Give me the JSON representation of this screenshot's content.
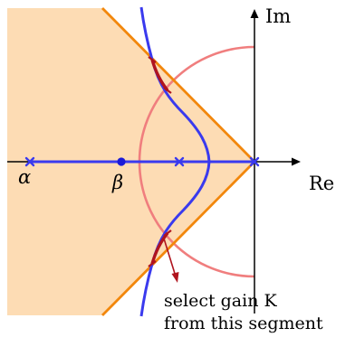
{
  "axes": {
    "real_label": "Re",
    "imag_label": "Im"
  },
  "points": {
    "alpha": "α",
    "beta": "β"
  },
  "annotation": {
    "line1": "select gain K",
    "line2": "from this segment"
  },
  "colors": {
    "region_fill": "#fddcb4",
    "constraint_lines": "#f2870c",
    "circle": "#f07e7e",
    "locus": "#3a3aee",
    "selected_segment": "#b0141e",
    "axes": "#000000"
  }
}
